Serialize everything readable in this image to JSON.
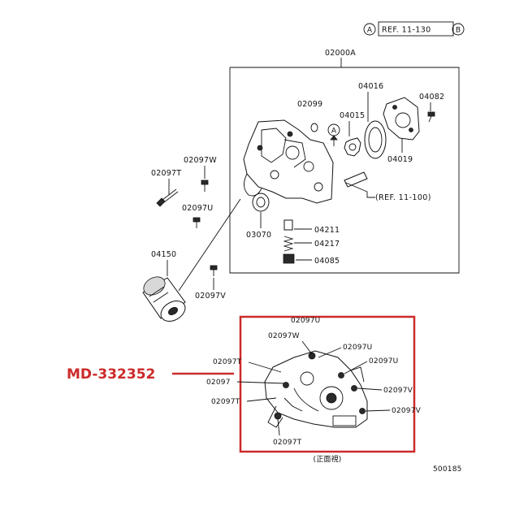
{
  "header": {
    "ref_marker_a": "A",
    "ref_text": "REF. 11-130",
    "ref_marker_b": "B"
  },
  "main": {
    "assembly_label": "02000A",
    "part_labels": {
      "p02099": "02099",
      "p04016": "04016",
      "p04082": "04082",
      "p04015": "04015",
      "p04019": "04019",
      "p02097W": "02097W",
      "p02097T": "02097T",
      "p02097U": "02097U",
      "p03070": "03070",
      "p04211": "04211",
      "p04217": "04217",
      "p04085": "04085",
      "p04150": "04150",
      "p02097V": "02097V"
    },
    "arrow_marker": "A",
    "ref_note": "(REF. 11-100)"
  },
  "highlight": {
    "part_number": "MD-332352",
    "labels": {
      "top_u": "02097U",
      "w": "02097W",
      "u_right": "02097U",
      "t_left": "02097T",
      "u_far": "02097U",
      "t_mid": "02097",
      "v_right": "02097V",
      "t_low": "02097T",
      "v_low": "02097V",
      "t_bottom": "02097T"
    },
    "caption": "(正面視)",
    "highlight_color": "#cc2a2a"
  },
  "footer": {
    "diagram_code": "500185"
  }
}
